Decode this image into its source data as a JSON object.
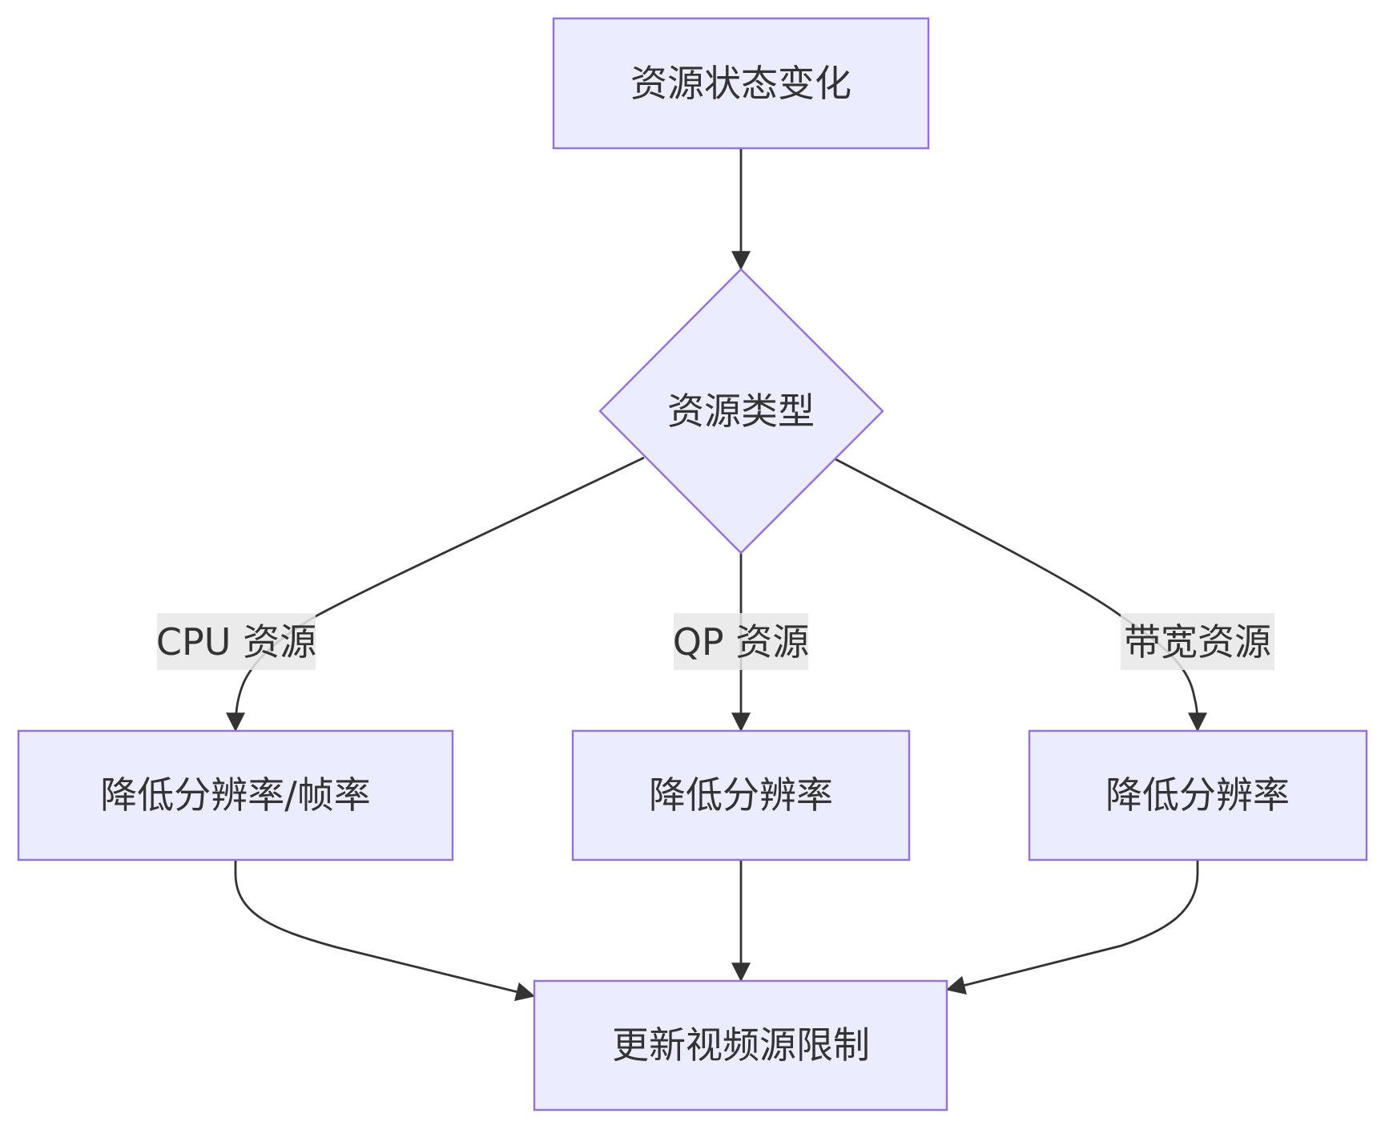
{
  "diagram": {
    "type": "flowchart",
    "colors": {
      "node_fill": "#ECECFF",
      "node_stroke": "#9370DB",
      "edge": "#333333",
      "label_bg": "#E8E8E8",
      "text": "#333333"
    },
    "nodes": {
      "start": "资源状态变化",
      "decision": "资源类型",
      "cpu_action": "降低分辨率/帧率",
      "qp_action": "降低分辨率",
      "bandwidth_action": "降低分辨率",
      "end": "更新视频源限制"
    },
    "edge_labels": {
      "cpu": "CPU 资源",
      "qp": "QP 资源",
      "bandwidth": "带宽资源"
    }
  }
}
